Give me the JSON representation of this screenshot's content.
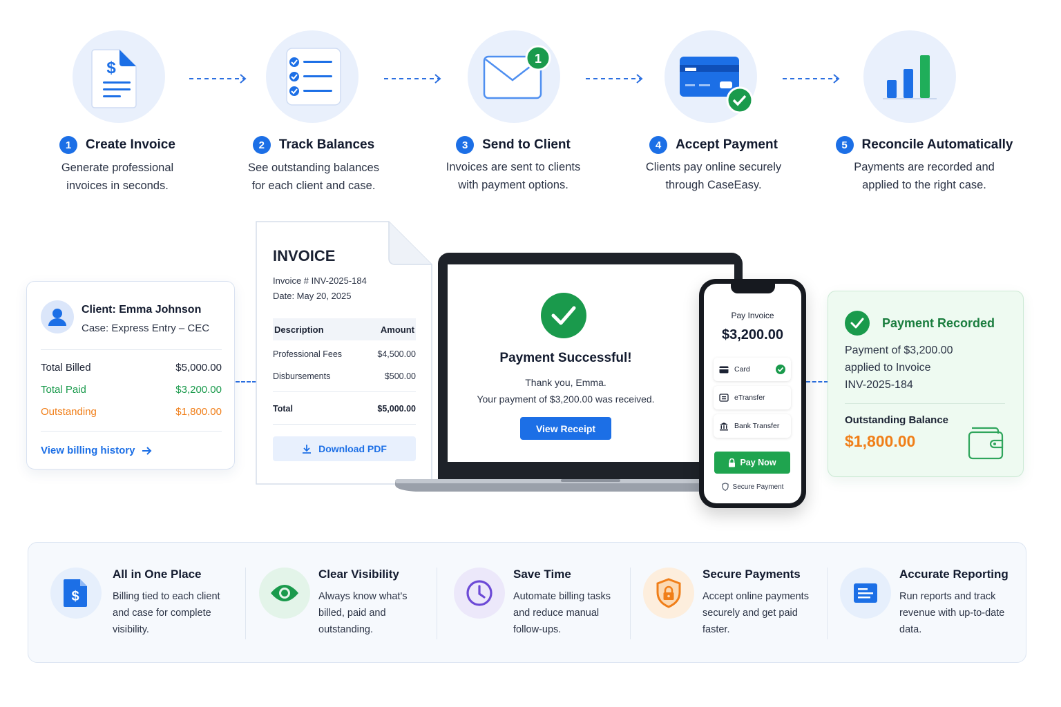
{
  "steps": [
    {
      "num": "1",
      "title": "Create Invoice",
      "desc_line1": "Generate professional",
      "desc_line2": "invoices in seconds.",
      "icon": "invoice-dollar-icon"
    },
    {
      "num": "2",
      "title": "Track Balances",
      "desc_line1": "See outstanding balances",
      "desc_line2": "for each client and case.",
      "icon": "checklist-icon"
    },
    {
      "num": "3",
      "title": "Send to Client",
      "desc_line1": "Invoices are sent to clients",
      "desc_line2": "with payment options.",
      "icon": "envelope-icon",
      "badge": "1"
    },
    {
      "num": "4",
      "title": "Accept Payment",
      "desc_line1": "Clients pay online securely",
      "desc_line2": "through CaseEasy.",
      "icon": "credit-card-icon"
    },
    {
      "num": "5",
      "title": "Reconcile Automatically",
      "desc_line1": "Payments are recorded and",
      "desc_line2": "applied to the right case.",
      "icon": "bar-chart-icon"
    }
  ],
  "client": {
    "name": "Client: Emma Johnson",
    "case": "Case: Express Entry – CEC",
    "rows": [
      {
        "label": "Total Billed",
        "value": "$5,000.00",
        "color": "#1b2233"
      },
      {
        "label": "Total Paid",
        "value": "$3,200.00",
        "color": "#1a9a4c"
      },
      {
        "label": "Outstanding",
        "value": "$1,800.00",
        "color": "#f07e18"
      }
    ],
    "link": "View billing history"
  },
  "invoice": {
    "title": "INVOICE",
    "number": "Invoice # INV-2025-184",
    "date": "Date: May 20, 2025",
    "col_desc": "Description",
    "col_amount": "Amount",
    "items": [
      {
        "desc": "Professional Fees",
        "amount": "$4,500.00"
      },
      {
        "desc": "Disbursements",
        "amount": "$500.00"
      }
    ],
    "total_label": "Total",
    "total_value": "$5,000.00",
    "download": "Download PDF"
  },
  "laptop": {
    "title": "Payment Successful!",
    "line1": "Thank you, Emma.",
    "line2": "Your payment of $3,200.00 was received.",
    "button": "View Receipt"
  },
  "phone": {
    "label": "Pay Invoice",
    "amount": "$3,200.00",
    "options": [
      "Card",
      "eTransfer",
      "Bank Transfer"
    ],
    "selected": "Card",
    "pay_button": "Pay Now",
    "secure": "Secure Payment"
  },
  "recorded": {
    "title": "Payment Recorded",
    "line1": "Payment of $3,200.00",
    "line2": "applied to Invoice",
    "line3": "INV-2025-184",
    "outstanding_label": "Outstanding Balance",
    "outstanding_value": "$1,800.00"
  },
  "features": [
    {
      "title": "All in One Place",
      "l1": "Billing tied to each client",
      "l2": "and case for complete",
      "l3": "visibility.",
      "icon": "dollar-document-icon",
      "color": "#1c6fe6",
      "bg": "#e6effc"
    },
    {
      "title": "Clear Visibility",
      "l1": "Always know what's",
      "l2": "billed, paid and",
      "l3": "outstanding.",
      "icon": "eye-icon",
      "color": "#1a9a4c",
      "bg": "#e3f4e9"
    },
    {
      "title": "Save Time",
      "l1": "Automate billing tasks",
      "l2": "and reduce manual",
      "l3": "follow-ups.",
      "icon": "clock-icon",
      "color": "#6c4ad6",
      "bg": "#ece8fa"
    },
    {
      "title": "Secure Payments",
      "l1": "Accept online payments",
      "l2": "securely and get paid",
      "l3": "faster.",
      "icon": "shield-lock-icon",
      "color": "#f07e18",
      "bg": "#fdeedd"
    },
    {
      "title": "Accurate Reporting",
      "l1": "Run reports and track",
      "l2": "revenue with up-to-date",
      "l3": "data.",
      "icon": "report-icon",
      "color": "#1c6fe6",
      "bg": "#e6effc"
    }
  ]
}
